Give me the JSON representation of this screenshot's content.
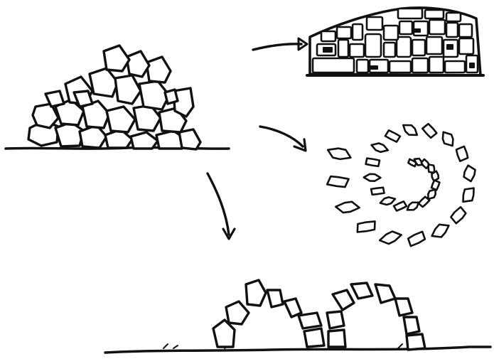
{
  "illustration": {
    "subject": "stone-pile-transformations",
    "panels": [
      "loose-stone-pile",
      "stacked-stone-wall",
      "stone-spiral",
      "stone-arches"
    ],
    "arrows": 3,
    "colors": {
      "ink": "#111111",
      "background": "#ffffff"
    }
  }
}
